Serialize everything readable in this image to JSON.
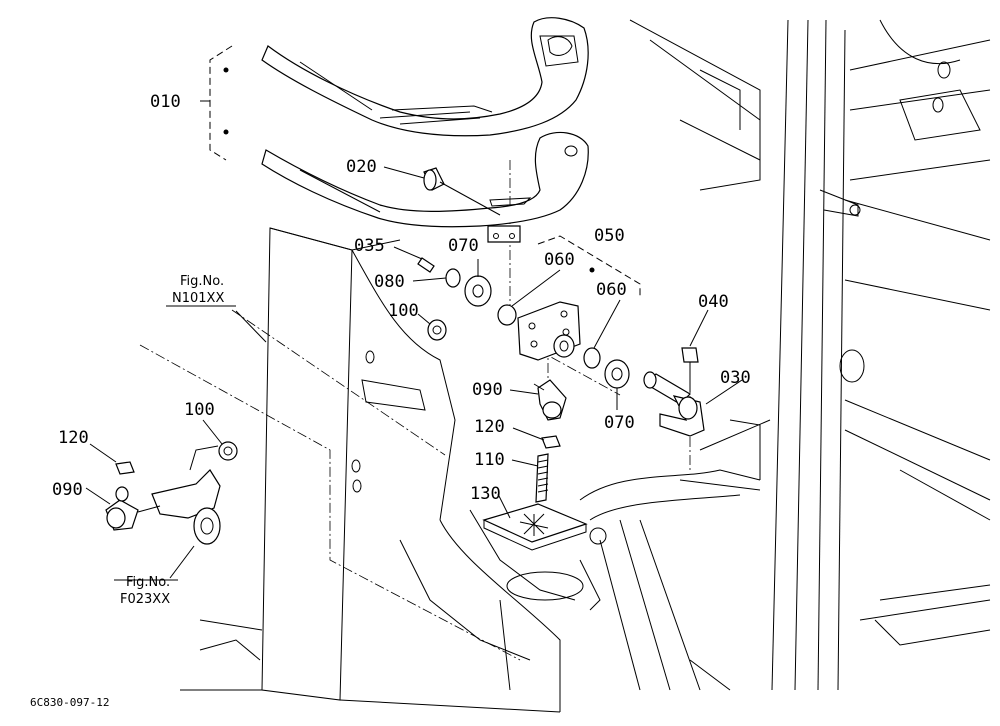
{
  "diagram": {
    "code": "6C830-097-12",
    "figure_refs": [
      {
        "line1": "Fig.No.",
        "line2": "N101XX"
      },
      {
        "line1": "Fig.No.",
        "line2": "F023XX"
      }
    ],
    "callouts": [
      "010",
      "020",
      "035",
      "070",
      "080",
      "050",
      "060",
      "060",
      "100",
      "040",
      "030",
      "090",
      "120",
      "110",
      "070",
      "130",
      "100",
      "120",
      "090"
    ]
  }
}
